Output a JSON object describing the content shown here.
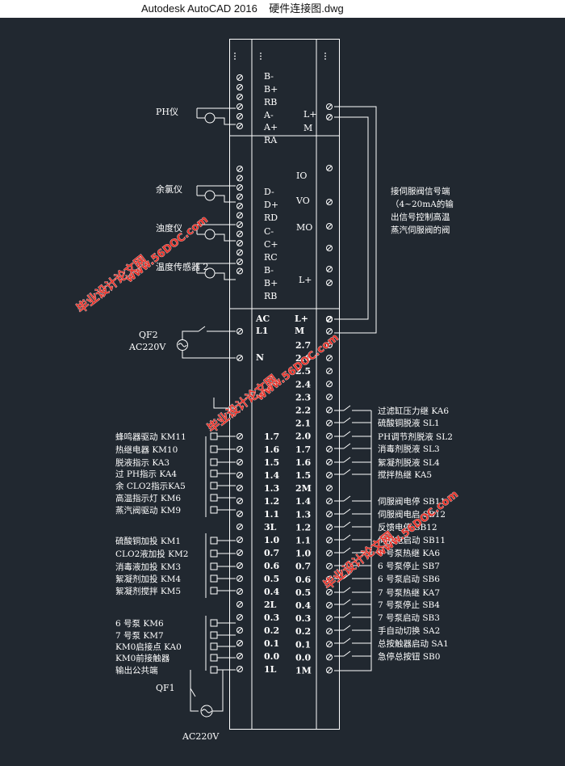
{
  "window": {
    "app": "Autodesk AutoCAD 2016",
    "file": "硬件连接图.dwg"
  },
  "colors": {
    "bg": "#212830",
    "line": "#ffffff",
    "watermark": "#e8332a"
  },
  "module1": {
    "signals": [
      "B-",
      "B+",
      "RB",
      "A-",
      "A+",
      "RA",
      "D-",
      "D+",
      "RD",
      "C-",
      "C+",
      "RC",
      "B-",
      "B+",
      "RB"
    ],
    "outputs": [
      "L+",
      "M",
      "IO",
      "VO",
      "MO",
      "L+"
    ]
  },
  "power": {
    "left": [
      "AC",
      "L1",
      "N"
    ],
    "right": [
      "L+",
      "M"
    ]
  },
  "left_terminals": [
    "1.7",
    "1.6",
    "1.5",
    "1.4",
    "1.3",
    "1.2",
    "1.1",
    "3L",
    "1.0",
    "0.7",
    "0.6",
    "0.5",
    "0.4",
    "2L",
    "0.3",
    "0.2",
    "0.1",
    "0.0",
    "1L"
  ],
  "right_terminals": [
    "2.7",
    "2.6",
    "2.5",
    "2.4",
    "2.3",
    "2.2",
    "2.1",
    "2.0",
    "1.7",
    "1.6",
    "1.5",
    "2M",
    "1.4",
    "1.3",
    "1.2",
    "1.1",
    "1.0",
    "0.7",
    "0.6",
    "0.5",
    "0.4",
    "0.3",
    "0.2",
    "0.1",
    "0.0",
    "1M"
  ],
  "sensors": [
    {
      "label": "PH仪"
    },
    {
      "label": "余氯仪"
    },
    {
      "label": "浊度仪"
    },
    {
      "label": "温度传感器 2"
    }
  ],
  "power_supply": {
    "breaker": "QF2",
    "supply": "AC220V",
    "breaker2": "QF1",
    "supply2": "AC220V"
  },
  "outputs_left": [
    "蜂鸣器驱动 KM11",
    "热继电器 KM10",
    "脱液指示 KA3",
    "过 PH指示 KA4",
    "余 CLO2指示KA5",
    "高温指示灯  KM6",
    "蒸汽阀驱动 KM9",
    "硫酸铜加投  KM1",
    "CLO2液加投 KM2",
    "消毒液加投  KM3",
    "絮凝剂加投  KM4",
    "絮凝剂搅拌  KM5",
    "6 号泵 KM6",
    "7 号泵 KM7",
    "KM0启接点 KA0",
    "KM0前接触器",
    "输出公共端"
  ],
  "inputs_right": [
    "过滤缸压力继 KA6",
    "硫酸铜脱液 SL1",
    "PH调节剂脱液 SL2",
    "消毒剂脱液 SL3",
    "絮凝剂脱液 SL4",
    "搅拌热继 KA5",
    "伺服阀电停 SB11",
    "伺服阀电启 SB12",
    "反馈电停 SB12",
    "伺服电启动 SB11",
    "6 号泵热继 KA6",
    "6 号泵停止 SB7",
    "6 号泵启动 SB6",
    "7 号泵热继 KA7",
    "7 号泵停止 SB4",
    "7 号泵启动 SB3",
    "手自动切换 SA2",
    "总按触器启动 SA1",
    "急停总按钮 SB0"
  ],
  "note": [
    "接伺服阀信号端",
    "（4~20mA的输",
    "出信号控制高温",
    "蒸汽伺服阀的阀"
  ],
  "watermark": {
    "brand": "毕业设计论文网",
    "url": "www.56DOC.com"
  }
}
